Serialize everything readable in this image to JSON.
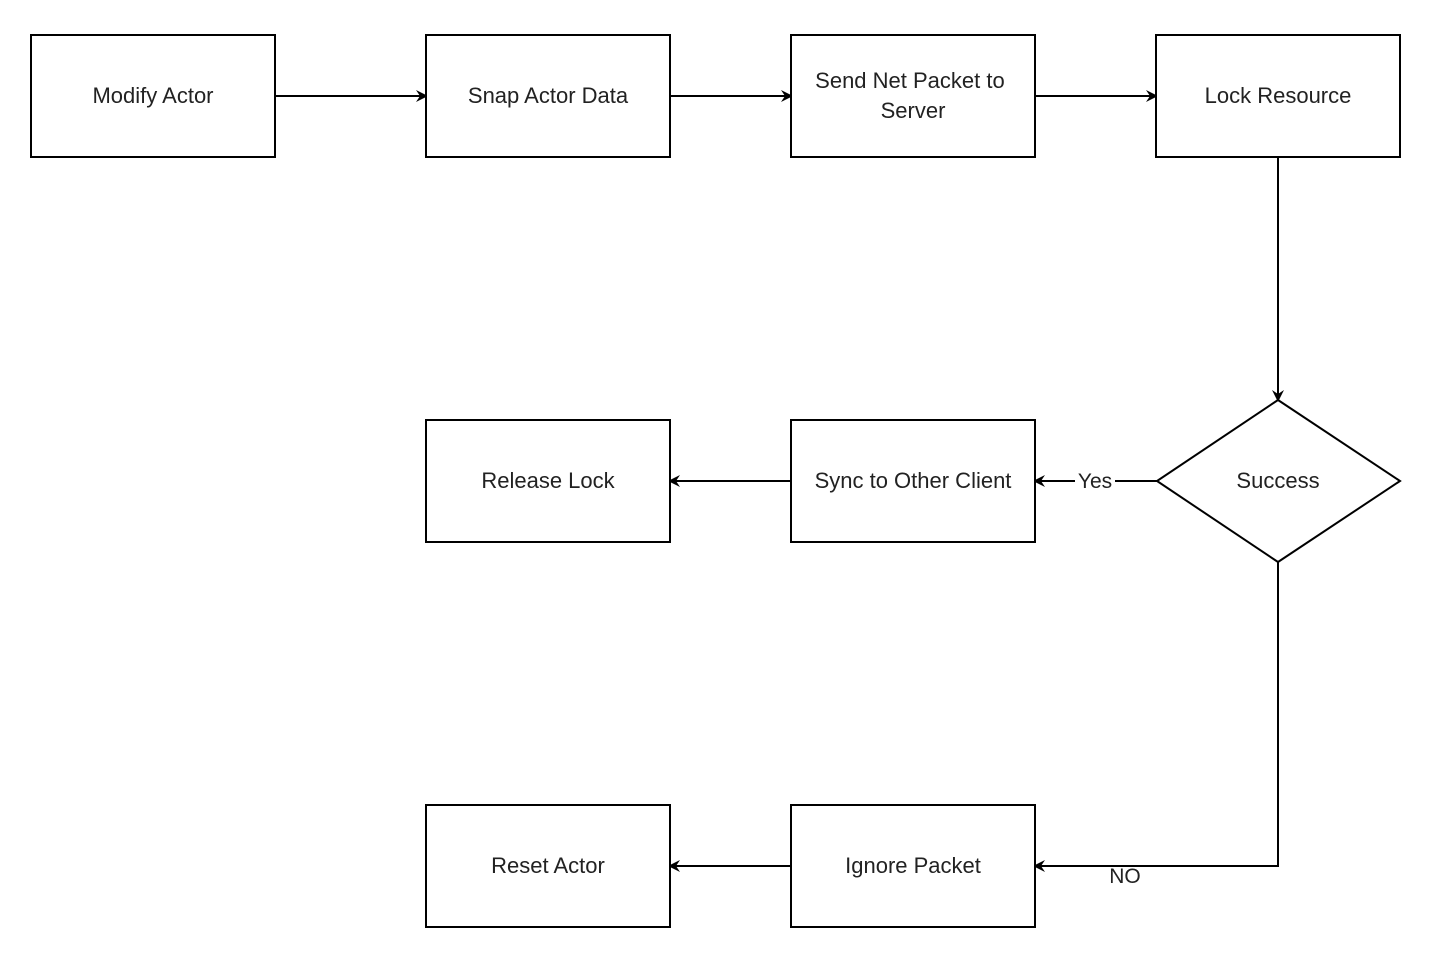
{
  "diagram": {
    "nodes": {
      "modify_actor": "Modify Actor",
      "snap_actor_data": "Snap Actor Data",
      "send_net_packet": [
        "Send Net Packet to",
        "Server"
      ],
      "lock_resource": "Lock Resource",
      "success": "Success",
      "sync_other_client": "Sync to Other Client",
      "release_lock": "Release Lock",
      "ignore_packet": "Ignore Packet",
      "reset_actor": "Reset Actor"
    },
    "edge_labels": {
      "yes": "Yes",
      "no": "NO"
    },
    "colors": {
      "stroke": "#000000",
      "fill": "#ffffff",
      "text": "#222222"
    }
  }
}
